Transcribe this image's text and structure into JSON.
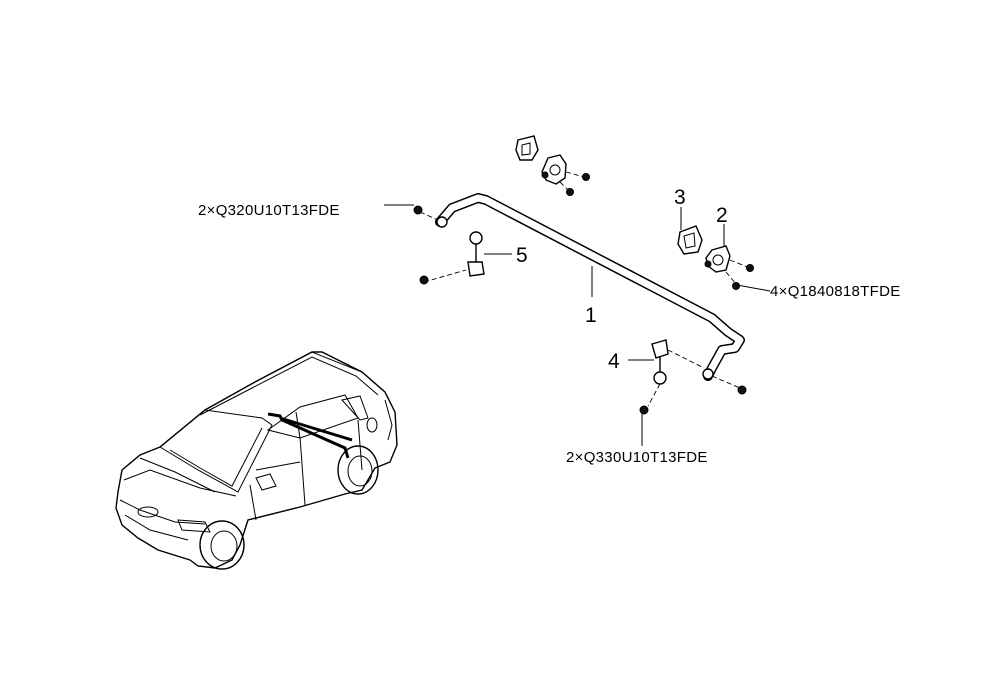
{
  "callouts": {
    "p1": "1",
    "p2": "2",
    "p3": "3",
    "p4": "4",
    "p5": "5"
  },
  "fasteners": {
    "top_left": "2×Q320U10T13FDE",
    "right": "4×Q1840818TFDE",
    "bottom": "2×Q330U10T13FDE"
  }
}
